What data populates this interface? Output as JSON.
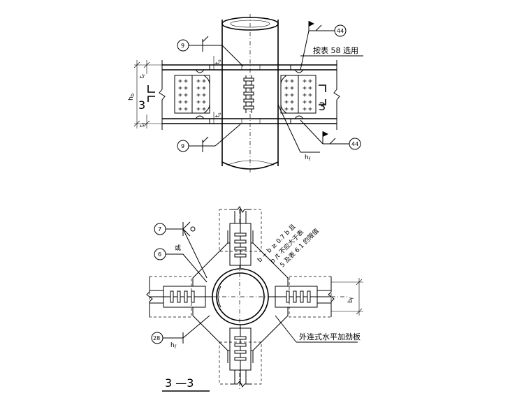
{
  "top_view": {
    "section_mark_left": "3",
    "section_mark_right": "3",
    "dim_height": "h",
    "dim_height_sub": "b",
    "dim_flange_top": "t",
    "dim_flange_top_sub": "f",
    "dim_flange_bottom": "t",
    "dim_flange_bottom_sub": "f",
    "dim_stiffener_top": "t",
    "dim_stiffener_top_sub": "s",
    "dim_stiffener_bottom": "t",
    "dim_stiffener_bottom_sub": "s",
    "weld_tag_top_left": "9",
    "weld_tag_bottom_left": "9",
    "weld_tag_top_right": "44",
    "weld_tag_bottom_right": "44",
    "weld_size": "h",
    "weld_size_sub": "f",
    "note": "按表 58  选用"
  },
  "section_view": {
    "title": "3 —3",
    "weld_tag_7": "7",
    "weld_tag_6": "6",
    "weld_tag_28": "28",
    "or_label": "或",
    "weld_size": "h",
    "weld_size_sub": "f",
    "dim_width": "b",
    "dim_width_sub": "f",
    "note_line1": "b    + b   ≥ 0.7 b    且",
    "note_line2": "b /t     不应大于表",
    "note_line3": "5 及表 6.1   的限值",
    "note_stiffener": "外连式水平加劲板"
  }
}
